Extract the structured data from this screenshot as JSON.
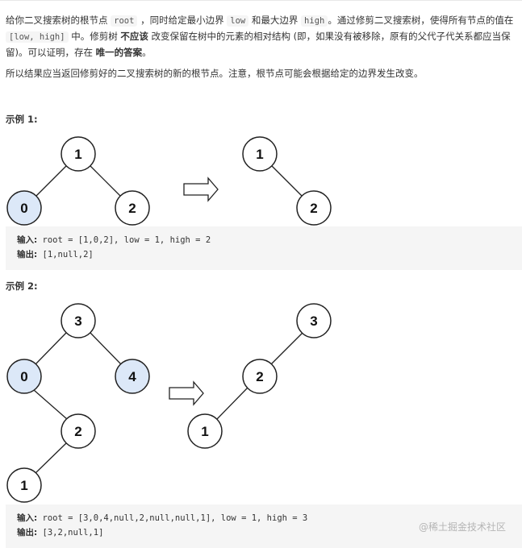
{
  "description": {
    "p1_a": "给你二叉搜索树的根节点",
    "code_root": "root",
    "p1_b": "，同时给定最小边界",
    "code_low": "low",
    "p1_c": "和最大边界",
    "code_high": "high",
    "p1_d": "。通过修剪二叉搜索树，使得所有节点的值在",
    "code_range": "[low, high]",
    "p1_e": "中。修剪树",
    "bold_not": "不应该",
    "p1_f": "改变保留在树中的元素的相对结构 (即，如果没有被移除，原有的父代子代关系都应当保留)。可以证明，存在",
    "bold_unique": "唯一的答案",
    "p1_g": "。",
    "p2": "所以结果应当返回修剪好的二叉搜索树的新的根节点。注意，根节点可能会根据给定的边界发生改变。"
  },
  "example1": {
    "title": "示例 1:",
    "before_nodes": [
      "1",
      "0",
      "2"
    ],
    "after_nodes": [
      "1",
      "2"
    ],
    "input_label": "输入:",
    "input_value": "root = [1,0,2], low = 1, high = 2",
    "output_label": "输出:",
    "output_value": "[1,null,2]"
  },
  "example2": {
    "title": "示例 2:",
    "before_nodes": [
      "3",
      "0",
      "4",
      "2",
      "1"
    ],
    "after_nodes": [
      "3",
      "2",
      "1"
    ],
    "input_label": "输入:",
    "input_value": "root = [3,0,4,null,2,null,null,1], low = 1, high = 3",
    "output_label": "输出:",
    "output_value": "[3,2,null,1]"
  },
  "colors": {
    "removed_node_fill": "#dce8f8",
    "kept_node_fill": "#ffffff",
    "code_box_bg": "#f5f5f5"
  },
  "watermark": "@稀土掘金技术社区"
}
